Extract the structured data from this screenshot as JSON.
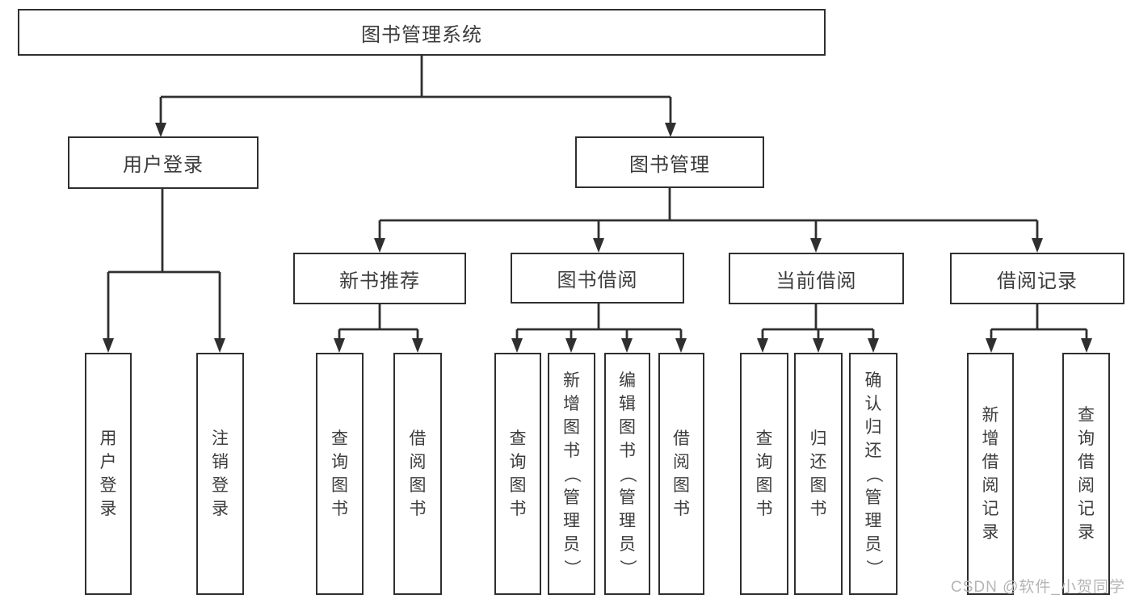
{
  "tree": {
    "root": {
      "label": "图书管理系统"
    },
    "branches": [
      {
        "label": "用户登录",
        "children": [
          "用户登录",
          "注销登录"
        ]
      },
      {
        "label": "图书管理",
        "groups": [
          {
            "label": "新书推荐",
            "children": [
              "查询图书",
              "借阅图书"
            ]
          },
          {
            "label": "图书借阅",
            "children": [
              "查询图书",
              "新增图书（管理员）",
              "编辑图书（管理员）",
              "借阅图书"
            ]
          },
          {
            "label": "当前借阅",
            "children": [
              "查询图书",
              "归还图书",
              "确认归还（管理员）"
            ]
          },
          {
            "label": "借阅记录",
            "children": [
              "新增借阅记录",
              "查询借阅记录"
            ]
          }
        ]
      }
    ]
  },
  "watermark": "CSDN @软件_小贺同学",
  "colors": {
    "line": "#2f2f2f",
    "border": "#2f2f2f",
    "text": "#3c3c3c",
    "watermark": "#b5b5b5",
    "background": "#ffffff"
  }
}
